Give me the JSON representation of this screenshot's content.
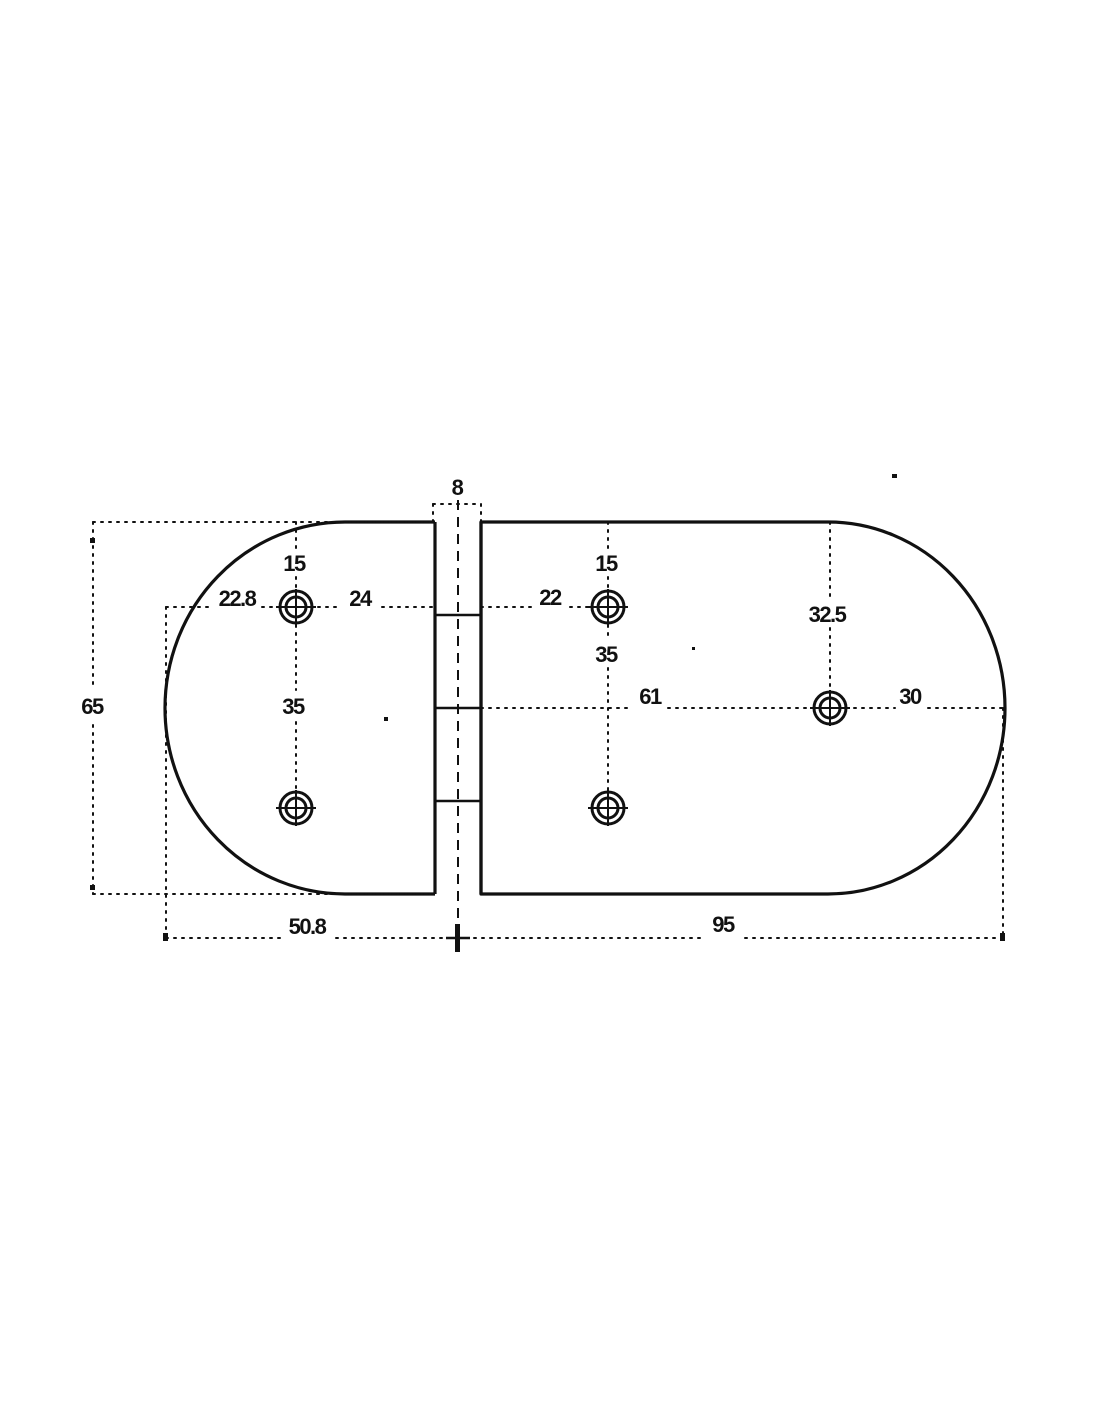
{
  "drawing": {
    "dimensions": {
      "overall_height": "65",
      "left_leaf_length": "50.8",
      "knuckle_width": "8",
      "right_leaf_length": "95",
      "left_hole_from_edge": "22.8",
      "left_hole_to_knuckle": "24",
      "left_hole_from_top": "15",
      "left_hole_spacing": "35",
      "right_hole_from_knuckle": "22",
      "right_hole_from_top": "15",
      "right_hole_spacing": "35",
      "right_center_hole_from_top": "32.5",
      "right_center_hole_from_knuckle": "61",
      "right_center_hole_from_edge": "30"
    },
    "screw_holes": 5,
    "knuckle_segments": 4
  }
}
